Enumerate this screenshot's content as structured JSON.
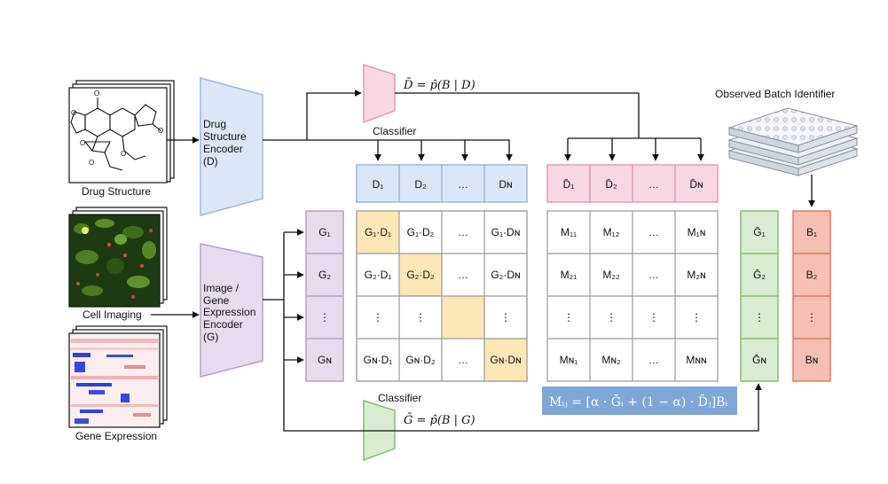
{
  "inputs": {
    "drug_structure": "Drug Structure",
    "cell_imaging": "Cell Imaging",
    "gene_expression": "Gene Expression"
  },
  "drug_encoder": {
    "lines": [
      "Drug",
      "Structure",
      "Encoder",
      "(D)"
    ]
  },
  "image_encoder": {
    "lines": [
      "Image /",
      "Gene",
      "Expression",
      "Encoder",
      "(G)"
    ]
  },
  "drug_classifier": {
    "label": "Classifier",
    "formula": "D̄ = p̂(B | D)"
  },
  "image_classifier": {
    "label": "Classifier",
    "formula": "Ḡ = p̂(B | G)"
  },
  "batch_label": "Observed Batch Identifier",
  "d_row": [
    "D₁",
    "D₂",
    "…",
    "Dɴ"
  ],
  "dbar_row": [
    "D̄₁",
    "D̄₂",
    "…",
    "D̄ɴ"
  ],
  "g_col": [
    "G₁",
    "G₂",
    "⋮",
    "Gɴ"
  ],
  "gbar_col": [
    "Ḡ₁",
    "Ḡ₂",
    "⋮",
    "Ḡɴ"
  ],
  "b_col": [
    "B₁",
    "B₂",
    "⋮",
    "Bɴ"
  ],
  "gd_matrix": [
    [
      "G₁·D₁",
      "G₁·D₂",
      "…",
      "G₁·Dɴ"
    ],
    [
      "G₂·D₁",
      "G₂·D₂",
      "…",
      "G₂·Dɴ"
    ],
    [
      "⋮",
      "⋮",
      "",
      "⋮"
    ],
    [
      "Gɴ·D₁",
      "Gɴ·D₂",
      "…",
      "Gɴ·Dɴ"
    ]
  ],
  "m_matrix": [
    [
      "M₁₁",
      "M₁₂",
      "…",
      "M₁ɴ"
    ],
    [
      "M₂₁",
      "M₂₂",
      "…",
      "M₂ɴ"
    ],
    [
      "⋮",
      "⋮",
      "⋮",
      "⋮"
    ],
    [
      "Mɴ₁",
      "Mɴ₂",
      "…",
      "Mɴɴ"
    ]
  ],
  "m_formula": "Mᵢⱼ = [α · Ḡᵢ + (1 − α) · D̄ⱼ]Bᵢ",
  "colors": {
    "drug_blue": "#dbe7f8",
    "drug_blue_stroke": "#9ab6dc",
    "image_purple": "#e6dcee",
    "image_purple_stroke": "#b79fcb",
    "classifier_pink": "#f8d6e3",
    "classifier_pink_stroke": "#e39bb8",
    "classifier_green": "#d9ecd2",
    "classifier_green_stroke": "#86bf6e",
    "batch_red": "#f5c0b4",
    "batch_red_stroke": "#e07a63",
    "diag_yellow": "#fde7b6",
    "formula_box": "#7ea6d6"
  }
}
